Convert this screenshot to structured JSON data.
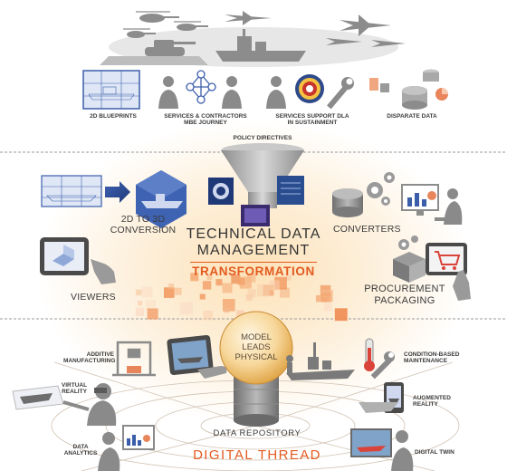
{
  "top": {
    "blueprints": "2D BLUEPRINTS",
    "services_line1": "SERVICES & CONTRACTORS",
    "services_line2": "MBE JOURNEY",
    "dla_line1": "SERVICES SUPPORT DLA",
    "dla_line2": "IN SUSTAINMENT",
    "disparate": "DISPARATE DATA",
    "policy": "POLICY DIRECTIVES"
  },
  "middle": {
    "conversion_line1": "2D TO 3D",
    "conversion_line2": "CONVERSION",
    "tdm_line1": "TECHNICAL DATA",
    "tdm_line2": "MANAGEMENT",
    "transformation": "TRANSFORMATION",
    "converters": "CONVERTERS",
    "viewers": "VIEWERS",
    "procurement_line1": "PROCUREMENT",
    "procurement_line2": "PACKAGING"
  },
  "bottom": {
    "sphere_line1": "MODEL",
    "sphere_line2": "LEADS",
    "sphere_line3": "PHYSICAL",
    "additive_line1": "ADDITIVE",
    "additive_line2": "MANUFACTURING",
    "vr_line1": "VIRTUAL",
    "vr_line2": "REALITY",
    "analytics_line1": "DATA",
    "analytics_line2": "ANALYTICS",
    "cbm_line1": "CONDITION-BASED",
    "cbm_line2": "MAINTENANCE",
    "ar_line1": "AUGMENTED",
    "ar_line2": "REALITY",
    "twin": "DIGITAL TWIN",
    "repository": "DATA REPOSITORY",
    "thread": "DIGITAL THREAD"
  },
  "colors": {
    "orange": "#e35a1f",
    "navy": "#2e4a8a",
    "gray": "#8c8c8c",
    "funnel": "#a8a8a8"
  }
}
